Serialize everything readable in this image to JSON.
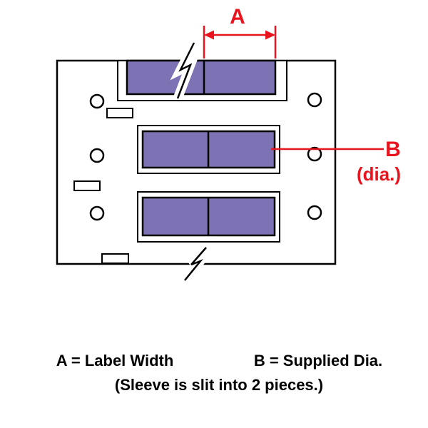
{
  "diagram": {
    "dim_a_label": "A",
    "dim_b_label": "B",
    "dim_b_sub": "(dia.)",
    "legend_a": "A = Label Width",
    "legend_b": "B = Supplied Dia.",
    "legend_note": "(Sleeve is slit into 2 pieces.)"
  },
  "colors": {
    "sleeve_fill": "#7C72B4",
    "dimension_red": "#E8131C",
    "outline_black": "#000000",
    "background": "#FFFFFF"
  }
}
